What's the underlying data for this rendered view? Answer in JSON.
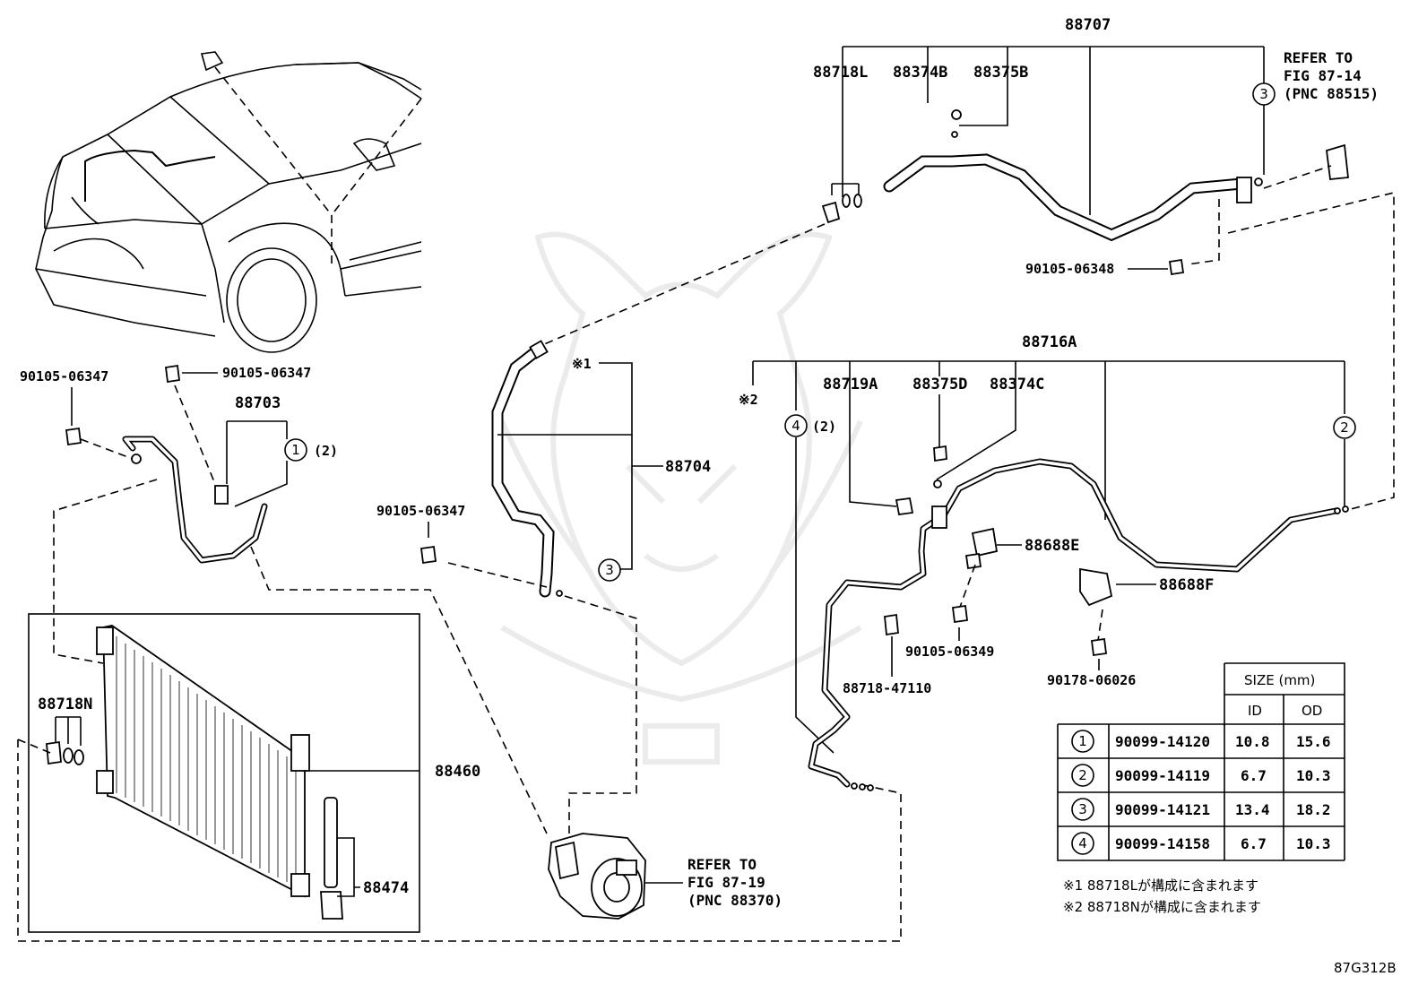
{
  "part_labels": {
    "p88707": "88707",
    "p88718L": "88718L",
    "p88374B": "88374B",
    "p88375B": "88375B",
    "p90105_06348": "90105-06348",
    "p88716A": "88716A",
    "p88719A": "88719A",
    "p88375D": "88375D",
    "p88374C": "88374C",
    "p88688E": "88688E",
    "p88688F": "88688F",
    "p90105_06349": "90105-06349",
    "p88718_47110": "88718-47110",
    "p90178_06026": "90178-06026",
    "p90105_06347_a": "90105-06347",
    "p90105_06347_b": "90105-06347",
    "p90105_06347_c": "90105-06347",
    "p88703": "88703",
    "p88704": "88704",
    "p88718N": "88718N",
    "p88460": "88460",
    "p88474": "88474"
  },
  "references": {
    "top_line1": "REFER TO",
    "top_line2": "FIG 87-14",
    "top_line3": "(PNC 88515)",
    "bottom_line1": "REFER TO",
    "bottom_line2": "FIG 87-19",
    "bottom_line3": "(PNC 88370)"
  },
  "callouts": {
    "c1": "1",
    "c2": "2",
    "c3": "3",
    "c4": "4",
    "qty2": "(2)",
    "mark1": "※1",
    "mark2": "※2"
  },
  "size_table": {
    "title": "SIZE (mm)",
    "col_id": "ID",
    "col_od": "OD",
    "rows": [
      {
        "no": "1",
        "part": "90099-14120",
        "id": "10.8",
        "od": "15.6"
      },
      {
        "no": "2",
        "part": "90099-14119",
        "id": "6.7",
        "od": "10.3"
      },
      {
        "no": "3",
        "part": "90099-14121",
        "id": "13.4",
        "od": "18.2"
      },
      {
        "no": "4",
        "part": "90099-14158",
        "id": "6.7",
        "od": "10.3"
      }
    ]
  },
  "notes": {
    "note1": "※1 88718Lが構成に含まれます",
    "note2": "※2 88718Nが構成に含まれます"
  },
  "figure_code": "87G312B"
}
